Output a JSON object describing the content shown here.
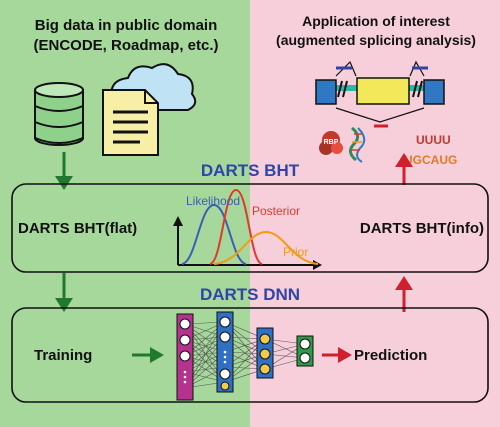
{
  "colors": {
    "left_panel": "#a5d89a",
    "right_panel": "#f6cfdb",
    "title_blue": "#3145a6",
    "arrow_green": "#1f7a2e",
    "arrow_red": "#d0202e",
    "likelihood": "#3a5db8",
    "posterior": "#e0392b",
    "prior": "#f39c12"
  },
  "left_header": {
    "line1": "Big data in public domain",
    "line2": "(ENCODE, Roadmap, etc.)"
  },
  "right_header": {
    "line1": "Application of interest",
    "line2": "(augmented splicing analysis)"
  },
  "icons": {
    "rbp_label": "RBP",
    "motif1": "UUUU",
    "motif2": "UGCAUG"
  },
  "bht": {
    "title": "DARTS BHT",
    "left_label": "DARTS BHT(flat)",
    "right_label": "DARTS BHT(info)",
    "likelihood": "Likelihood",
    "posterior": "Posterior",
    "prior": "Prior"
  },
  "dnn": {
    "title": "DARTS DNN",
    "training": "Training",
    "prediction": "Prediction"
  }
}
